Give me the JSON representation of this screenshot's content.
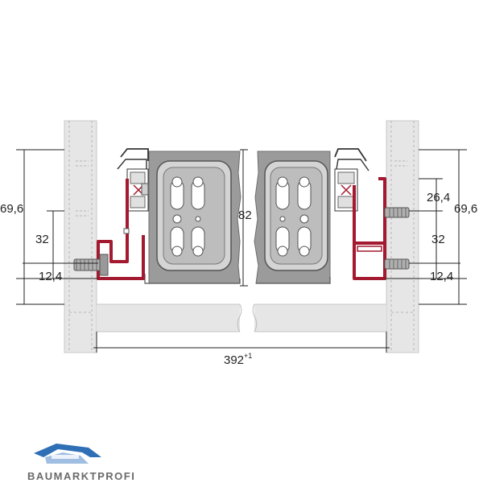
{
  "dimensions": {
    "left_total_height": "69,6",
    "left_mid": "32",
    "left_bottom": "12,4",
    "center_height": "82",
    "right_top": "26,4",
    "right_mid": "32",
    "right_bottom": "12,4",
    "right_total_height": "69,6",
    "width_value": "392",
    "width_tolerance": "+1"
  },
  "branding": {
    "logo_text": "BAUMARKTPROFI"
  },
  "colors": {
    "cabinet_panel": "#e6e6e6",
    "drawer_gray": "#9b9b9b",
    "bracket_red": "#a3192f",
    "logo_blue": "#2f6fb6"
  }
}
